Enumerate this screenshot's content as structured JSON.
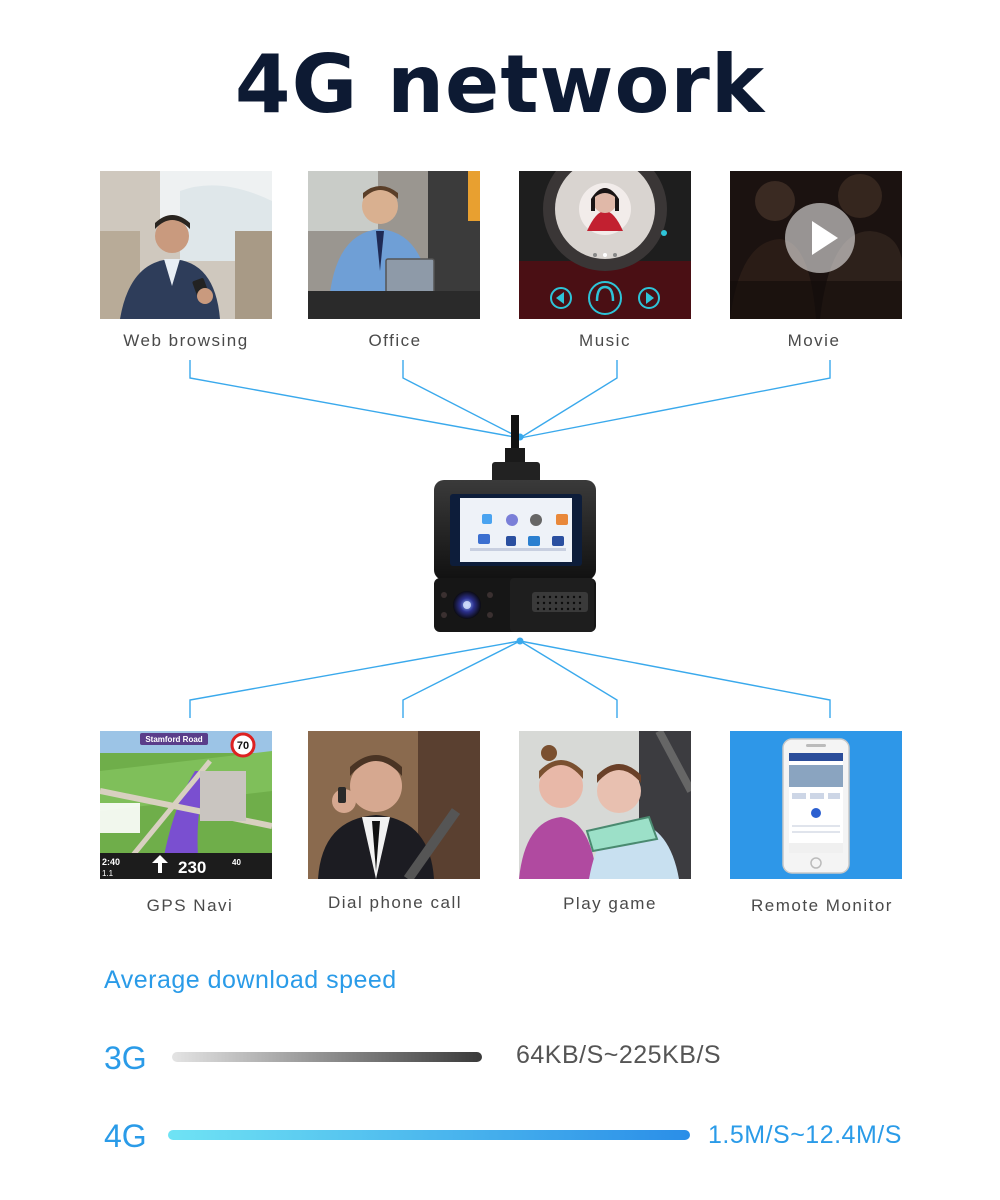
{
  "title": "4G network",
  "top_items": [
    {
      "label": "Web browsing",
      "icon": "person-in-car-with-phone"
    },
    {
      "label": "Office",
      "icon": "person-with-tablet"
    },
    {
      "label": "Music",
      "icon": "music-player"
    },
    {
      "label": "Movie",
      "icon": "play-icon"
    }
  ],
  "bottom_items": [
    {
      "label": "GPS Navi",
      "icon": "gps-map"
    },
    {
      "label": "Dial phone call",
      "icon": "person-phone-call"
    },
    {
      "label": "Play game",
      "icon": "children-with-tablet"
    },
    {
      "label": "Remote Monitor",
      "icon": "smartphone"
    }
  ],
  "gps": {
    "road": "Stamford Road",
    "speed_limit": "70",
    "distance": "230",
    "time": "2:40",
    "dist_small": "1.1",
    "speed": "40"
  },
  "speed": {
    "heading": "Average download speed",
    "rows": [
      {
        "gen": "3G",
        "range": "64KB/S~225KB/S",
        "color": "#555555"
      },
      {
        "gen": "4G",
        "range": "1.5M/S~12.4M/S",
        "color": "#2a9be8"
      }
    ]
  },
  "colors": {
    "accent": "#2a9be8",
    "title": "#0d1a33",
    "line": "#3aa9ec"
  }
}
